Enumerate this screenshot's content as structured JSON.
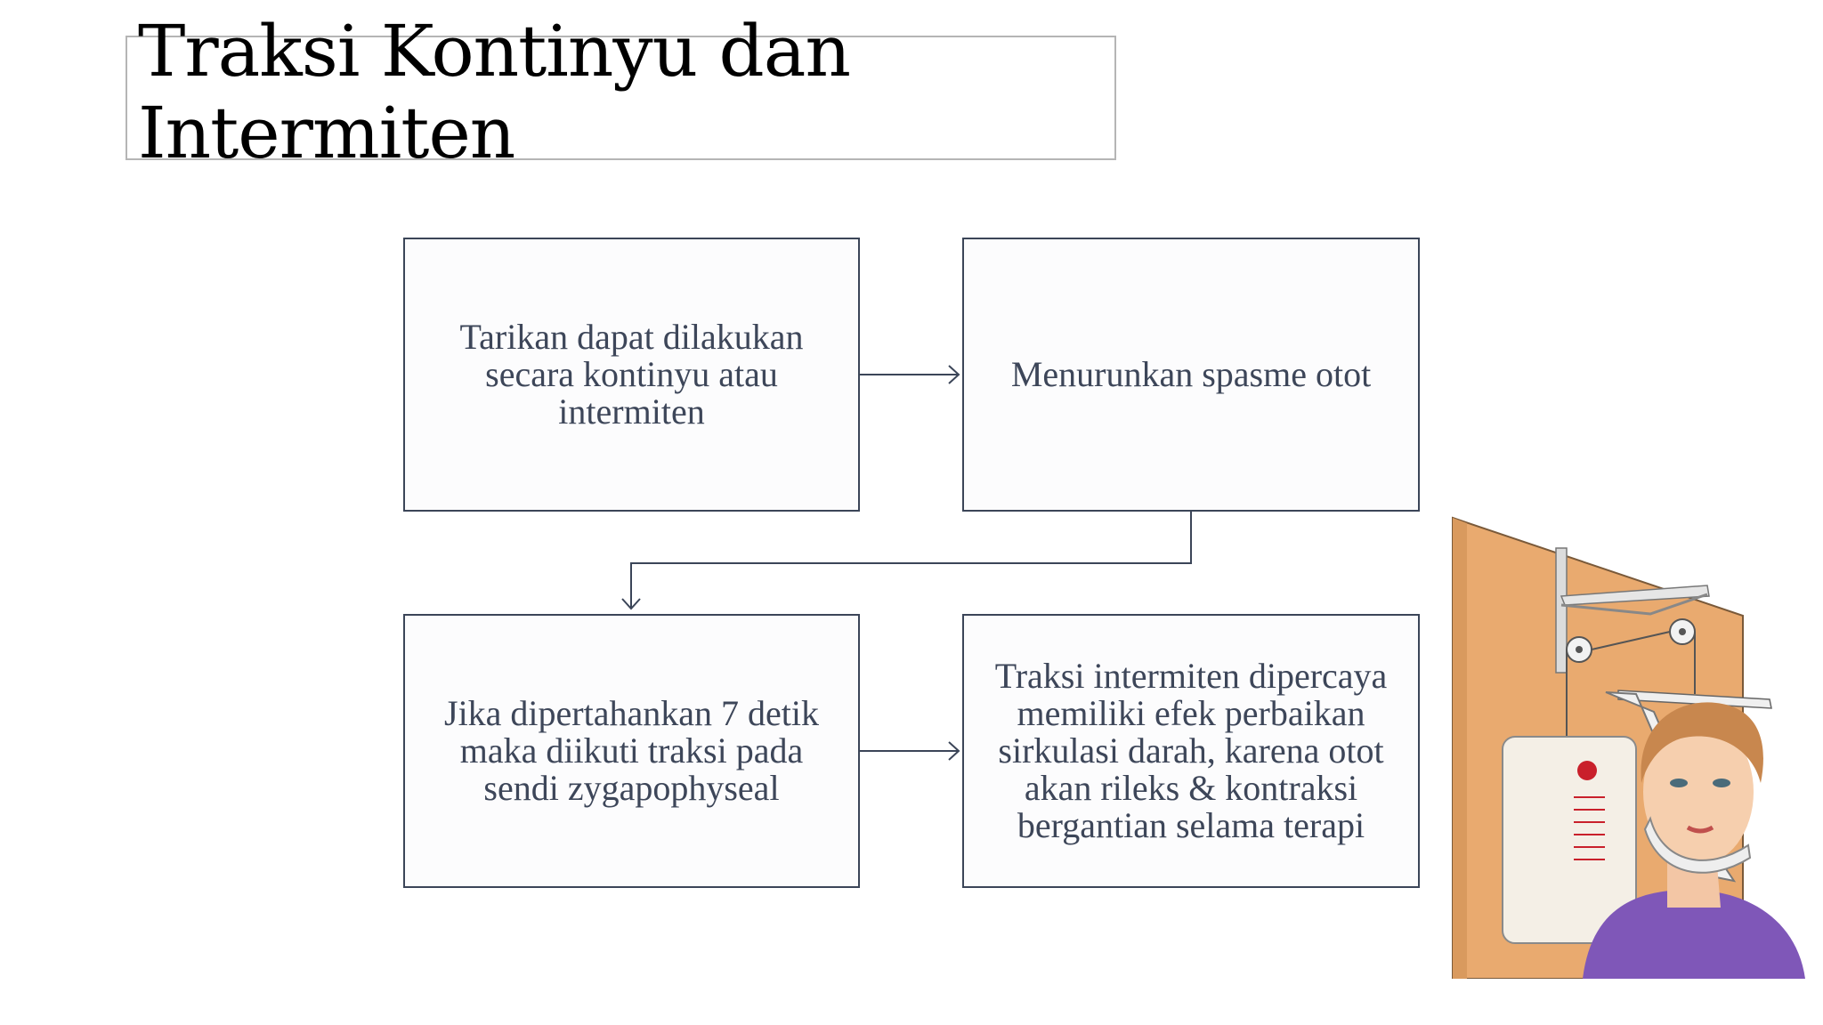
{
  "slide": {
    "title": "Traksi Kontinyu dan Intermiten"
  },
  "flow": {
    "steps": [
      {
        "text": "Tarikan dapat dilakukan secara kontinyu atau intermiten"
      },
      {
        "text": "Menurunkan spasme otot"
      },
      {
        "text": "Jika dipertahankan 7 detik maka diikuti traksi pada sendi zygapophyseal"
      },
      {
        "text": "Traksi intermiten dipercaya memiliki efek perbaikan sirkulasi darah, karena otot akan rileks & kontraksi bergantian selama terapi"
      }
    ]
  },
  "colors": {
    "box_border": "#3b4558",
    "text": "#3d4659",
    "title_box_border": "#b5b5b5"
  }
}
